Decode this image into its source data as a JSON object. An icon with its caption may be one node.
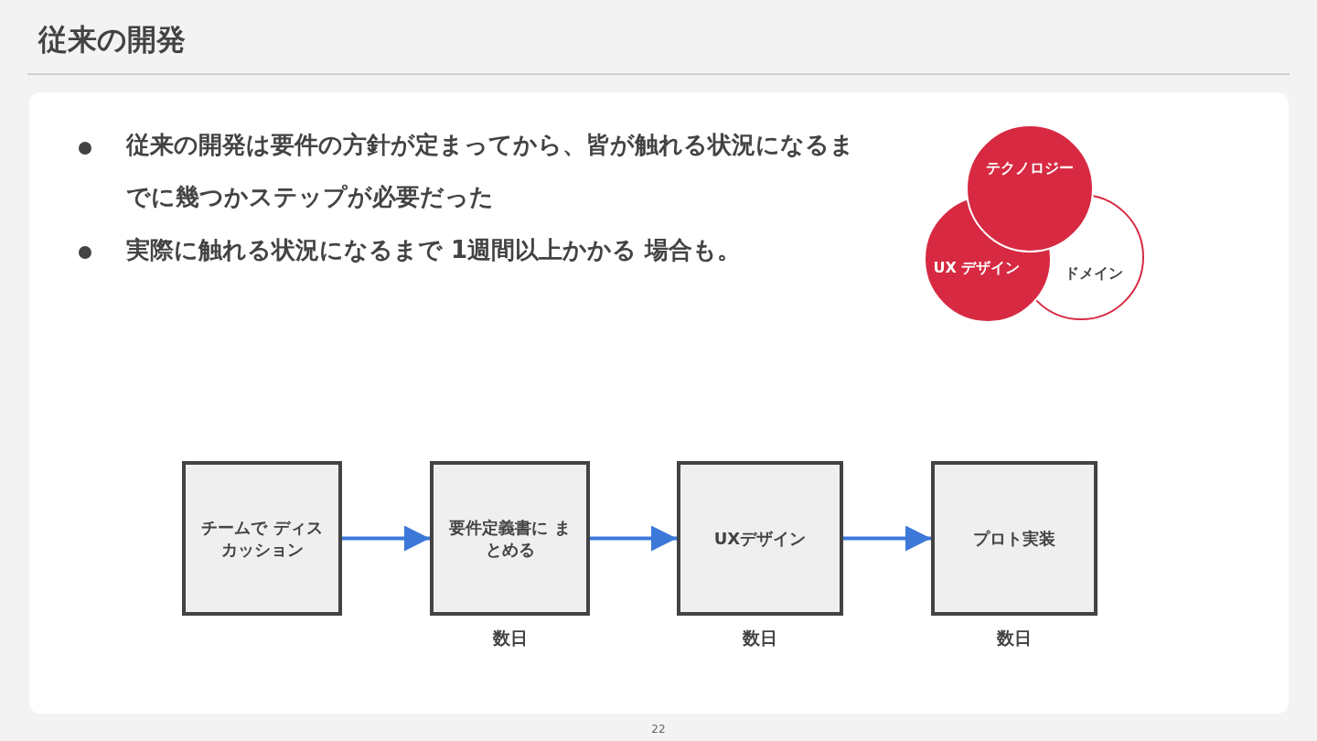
{
  "diagram": {
    "title": "従来の開発",
    "nodes": [
      {
        "text": [
          "テクノロジー"
        ]
      },
      {
        "text": [
          "UX デザイン"
        ]
      },
      {
        "text": [
          "ドメイン"
        ]
      },
      {
        "text": [
          "チームで ディスカッション"
        ]
      },
      {
        "text": [
          "要件定義書に まとめる"
        ],
        "beside": [
          "数日"
        ]
      },
      {
        "text": [
          "UXデザイン"
        ],
        "beside": [
          "数日"
        ]
      },
      {
        "text": [
          "プロト実装"
        ],
        "beside": [
          "数日"
        ]
      }
    ],
    "edges": [
      {
        "from": 3,
        "to": 4,
        "arrow": "to"
      },
      {
        "from": 4,
        "to": 5,
        "arrow": "to"
      },
      {
        "from": 5,
        "to": 6,
        "arrow": "to"
      }
    ],
    "labels": [
      "従来の開発は要件の方針が定まってから、皆が触れる状況になるまでに幾つかステップが必要だった",
      "実際に触れる状況になるまで **1週間以上かかる** 場合も。",
      "22"
    ]
  }
}
